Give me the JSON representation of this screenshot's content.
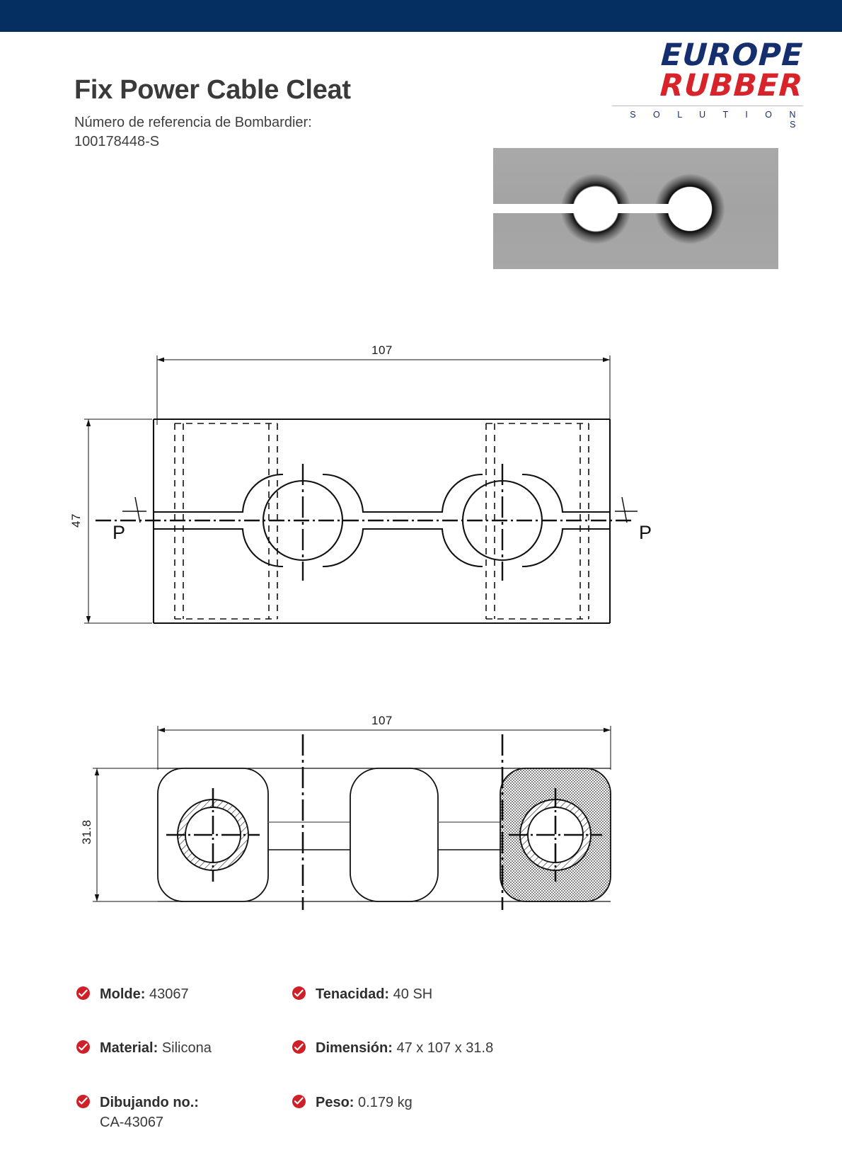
{
  "header": {
    "title": "Fix Power Cable Cleat",
    "reference_label": "Número de referencia de Bombardier:",
    "reference_value": "100178448-S"
  },
  "logo": {
    "line1": "EUROPE",
    "line2": "RUBBER",
    "tagline": "S O L U T I O N S",
    "color_navy": "#152f6e",
    "color_red": "#d8232a"
  },
  "photo": {
    "alt": "product-photo-cable-cleat",
    "background": "#a6a6a6"
  },
  "drawing_top": {
    "name": "plan-view",
    "width_dimension": "107",
    "height_dimension": "47",
    "section_mark_left": "P",
    "section_mark_right": "P"
  },
  "drawing_bottom": {
    "name": "section-view",
    "width_dimension": "107",
    "height_dimension": "31.8"
  },
  "specs": {
    "left": [
      {
        "key": "Molde:",
        "value": "43067"
      },
      {
        "key": "Material:",
        "value": "Silicona"
      },
      {
        "key": "Dibujando no.:",
        "value": "",
        "sub": "CA-43067"
      }
    ],
    "right": [
      {
        "key": "Tenacidad:",
        "value": "40 SH"
      },
      {
        "key": "Dimensión:",
        "value": "47 x 107 x 31.8"
      },
      {
        "key": "Peso:",
        "value": "0.179 kg"
      }
    ],
    "check_color": "#cf2027"
  }
}
